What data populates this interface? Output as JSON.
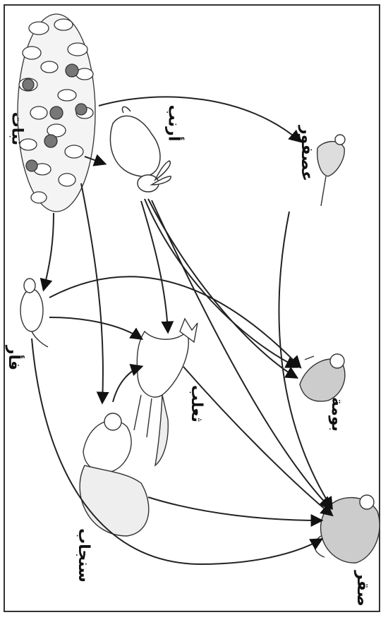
{
  "diagram": {
    "labels": {
      "plant": "نبات",
      "rabbit": "أرنب",
      "sparrow": "عصفور",
      "mouse": "فأر",
      "fox": "ثعلب",
      "owl": "بومة",
      "squirrel": "سنجاب",
      "hawk": "صقر"
    },
    "colors": {
      "ink": "#111111",
      "line": "#222222",
      "background": "#ffffff"
    }
  }
}
